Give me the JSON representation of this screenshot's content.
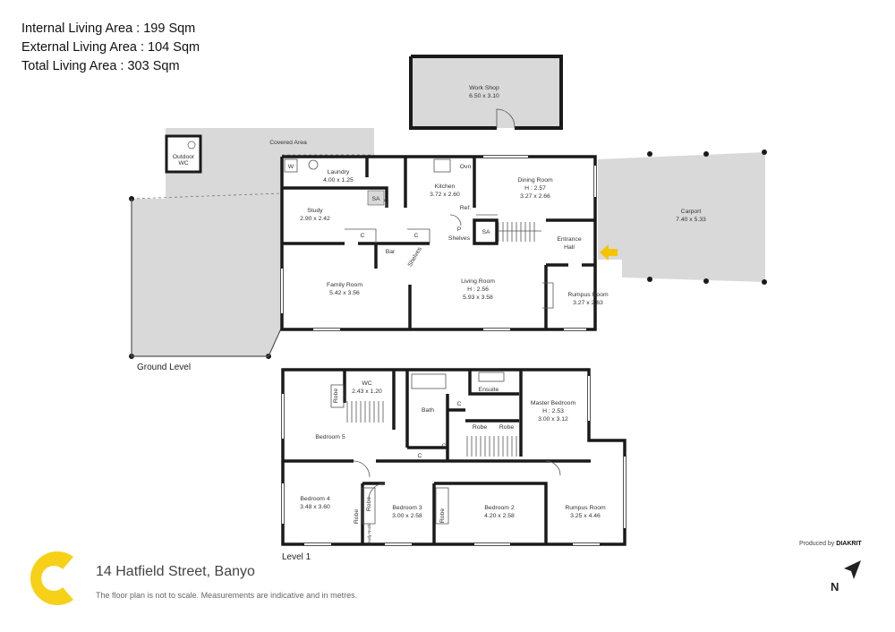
{
  "areas": {
    "internal": "Internal Living Area : 199 Sqm",
    "external": "External Living Area : 104 Sqm",
    "total": "Total Living Area : 303 Sqm"
  },
  "levels": {
    "ground": "Ground Level",
    "first": "Level 1"
  },
  "rooms": {
    "work_shop": {
      "name": "Work Shop",
      "dims": "6.50 x 3.10"
    },
    "covered_area": {
      "name": "Covered Area"
    },
    "outdoor_wc": {
      "line1": "Outdoor",
      "line2": "WC"
    },
    "laundry": {
      "name": "Laundry",
      "dims": "4.00 x 1.25"
    },
    "kitchen": {
      "name": "Kitchen",
      "dims": "3.72 x 2.60"
    },
    "dining": {
      "name": "Dining Room",
      "height": "H : 2.57",
      "dims": "3.27 x 2.66"
    },
    "carport": {
      "name": "Carport",
      "dims": "7.40 x 5.33"
    },
    "study": {
      "name": "Study",
      "dims": "2.90 x 2.42"
    },
    "entrance": {
      "line1": "Entrance",
      "line2": "Hall"
    },
    "family": {
      "name": "Family Room",
      "dims": "5.42 x 3.56"
    },
    "living": {
      "name": "Living Room",
      "height": "H : 2.56",
      "dims": "5.93 x 3.58"
    },
    "rumpus_ground": {
      "name": "Rumpus Room",
      "dims": "3.27 x 2.63"
    },
    "wc_upper": {
      "name": "WC",
      "dims": "2.43 x 1.20"
    },
    "bath": {
      "name": "Bath"
    },
    "ensuite": {
      "name": "Ensuite"
    },
    "master": {
      "name": "Master Bedroom",
      "height": "H : 2.53",
      "dims": "3.00 x 3.12"
    },
    "bedroom5": {
      "name": "Bedroom 5"
    },
    "bedroom4": {
      "name": "Bedroom 4",
      "dims": "3.48 x 3.60"
    },
    "bedroom3": {
      "name": "Bedroom 3",
      "dims": "3.00 x 2.58"
    },
    "bedroom2": {
      "name": "Bedroom 2",
      "dims": "4.20 x 2.58"
    },
    "rumpus_upper": {
      "name": "Rumpus Room",
      "dims": "3.25 x 4.46"
    }
  },
  "fixtures": {
    "w": "W",
    "oven": "Ovn",
    "sa": "SA",
    "ref": "Ref.",
    "p": "P",
    "shelves": "Shelves",
    "c": "C",
    "bar": "Bar",
    "robe": "Robe",
    "study_nook": "Study Nook"
  },
  "footer": {
    "address": "14 Hatfield Street, Banyo",
    "note": "The floor plan is not to scale. Measurements are indicative and in metres.",
    "produced_by": "Produced by",
    "brand": "DIAKRIT",
    "north": "N"
  },
  "colors": {
    "wall": "#1a1a1a",
    "outdoor_fill": "#d9d9d9",
    "logo_yellow": "#f7d117",
    "entry_arrow": "#f5c400"
  }
}
